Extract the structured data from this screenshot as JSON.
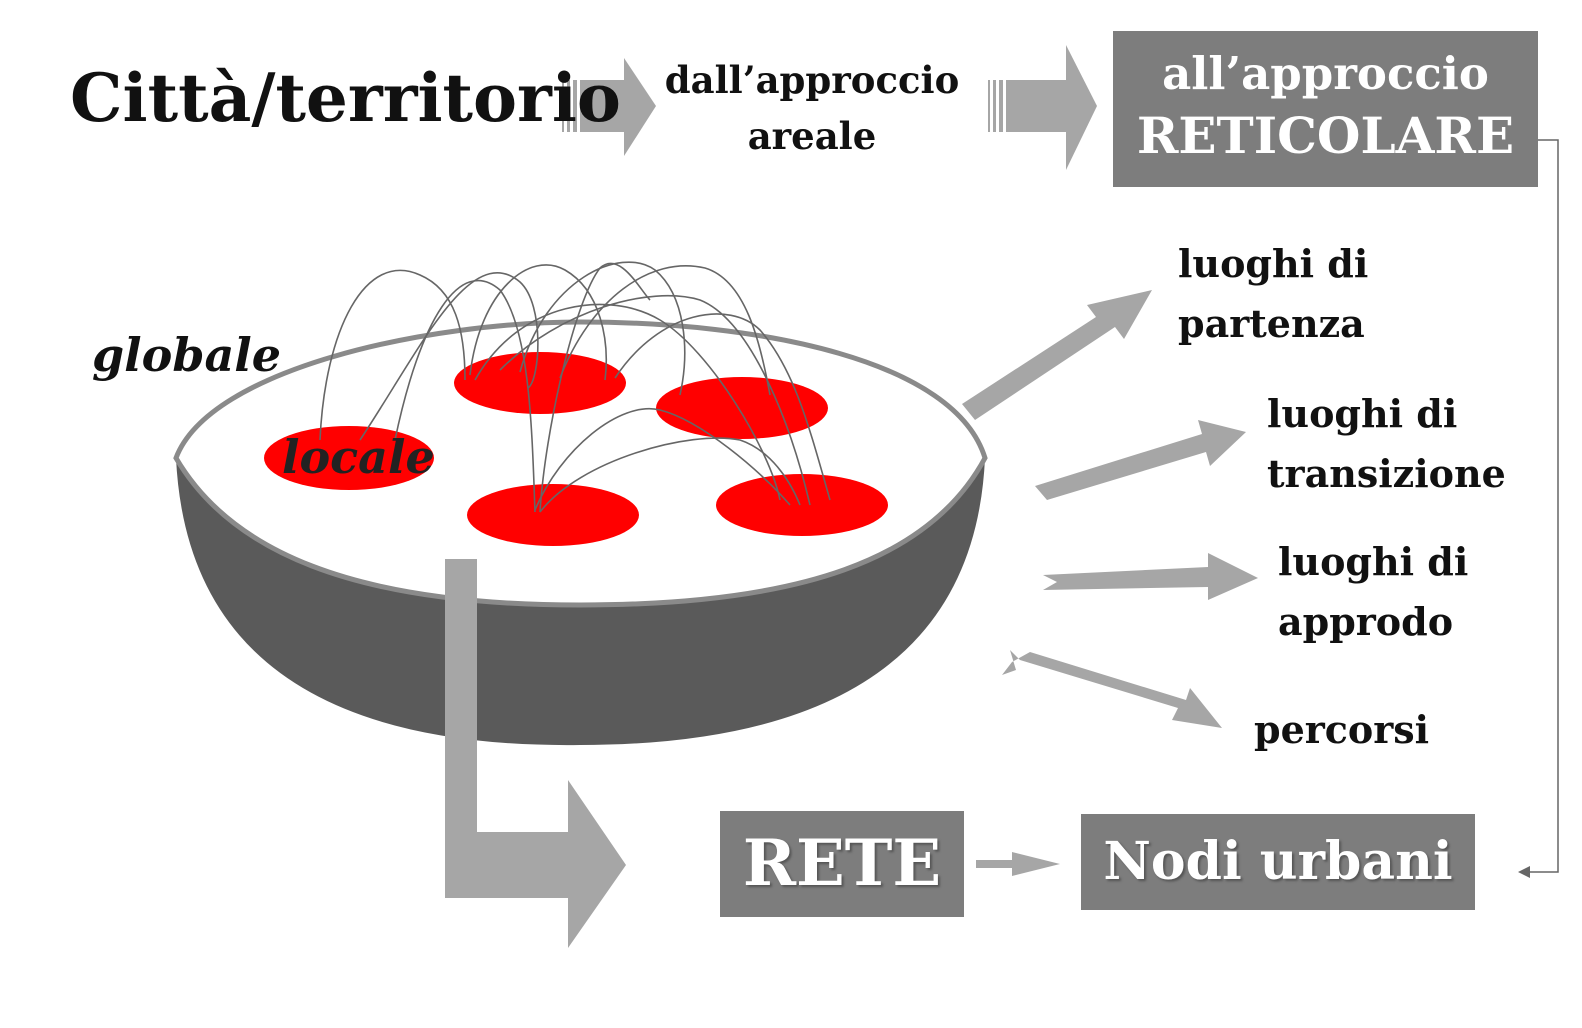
{
  "title": "Città/territorio",
  "approach_from": [
    "dall’approccio",
    "areale"
  ],
  "approach_to": [
    "all’approccio",
    "RETICOLARE"
  ],
  "bowl": {
    "outer_label": "globale",
    "inner_label": "locale"
  },
  "outputs": [
    [
      "luoghi di",
      "partenza"
    ],
    [
      "luoghi di",
      "transizione"
    ],
    [
      "luoghi di",
      "approdo"
    ],
    [
      "percorsi"
    ]
  ],
  "rete": "RETE",
  "nodi": "Nodi urbani",
  "colors": {
    "box_fill": "#7d7d7d",
    "arrow_fill": "#a6a6a6",
    "bowl_dark": "#5a5a5a",
    "bowl_rim": "#8a8a8a",
    "locale_fill": "#ff0000",
    "connector": "#666666"
  }
}
